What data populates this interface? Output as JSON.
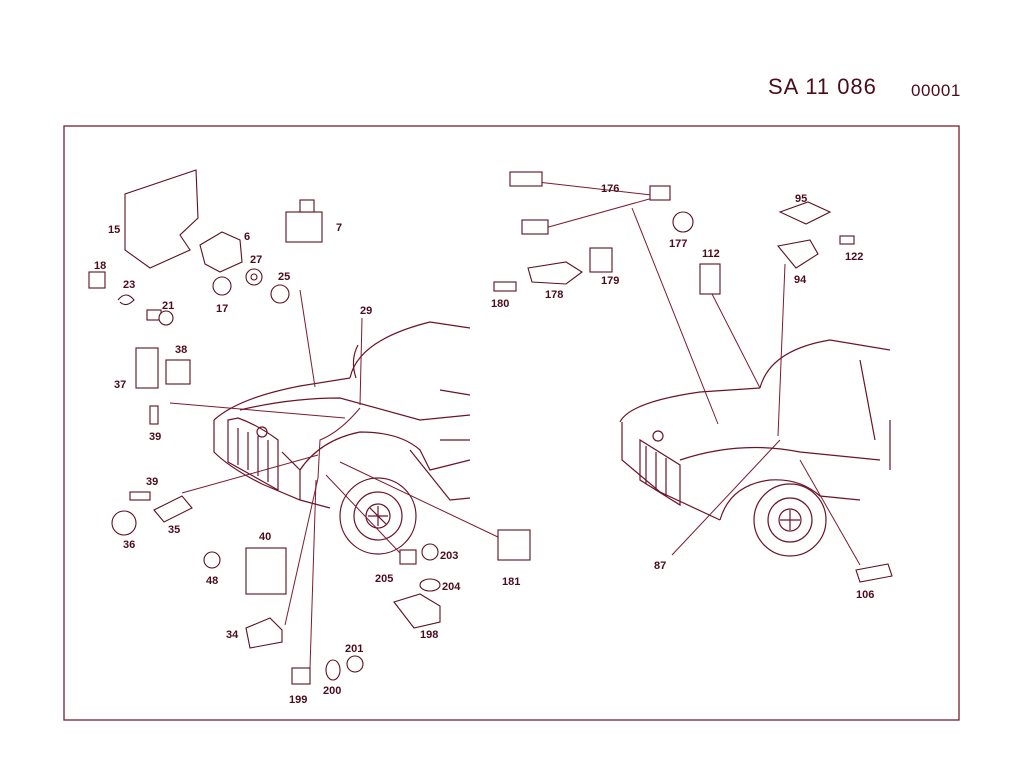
{
  "header": {
    "code": "SA  11 086",
    "sheet": "00001"
  },
  "colors": {
    "ink": "#5a1020",
    "frame": "#7a1c30",
    "background": "#ffffff"
  },
  "callouts": {
    "c15": "15",
    "c18": "18",
    "c23": "23",
    "c21": "21",
    "c6": "6",
    "c27": "27",
    "c25": "25",
    "c17": "17",
    "c7": "7",
    "c29": "29",
    "c37": "37",
    "c38": "38",
    "c39a": "39",
    "c39b": "39",
    "c35": "35",
    "c36": "36",
    "c40": "40",
    "c48": "48",
    "c34": "34",
    "c205": "205",
    "c203": "203",
    "c204": "204",
    "c198": "198",
    "c181": "181",
    "c201": "201",
    "c199": "199",
    "c200": "200",
    "c176": "176",
    "c177": "177",
    "c95": "95",
    "c122": "122",
    "c94": "94",
    "c112": "112",
    "c179": "179",
    "c178": "178",
    "c180": "180",
    "c87": "87",
    "c106": "106"
  }
}
